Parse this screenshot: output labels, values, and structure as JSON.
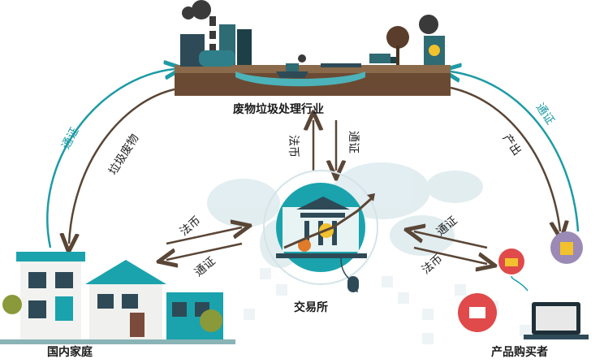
{
  "nodes": {
    "waste_industry": "废物垃圾处理行业",
    "exchange": "交易所",
    "households": "国内家庭",
    "buyers": "产品购买者"
  },
  "edges": {
    "top_left_outer": "通证",
    "top_left_inner": "垃圾废物",
    "top_right_outer": "通证",
    "top_right_inner": "产出",
    "center_up": "法币",
    "center_down": "通证",
    "left_fiat": "法币",
    "left_token": "通证",
    "right_token": "通证",
    "right_fiat": "法币"
  },
  "colors": {
    "teal": "#1e9ba5",
    "brown": "#5a4636",
    "dark_teal": "#2a8f94"
  }
}
